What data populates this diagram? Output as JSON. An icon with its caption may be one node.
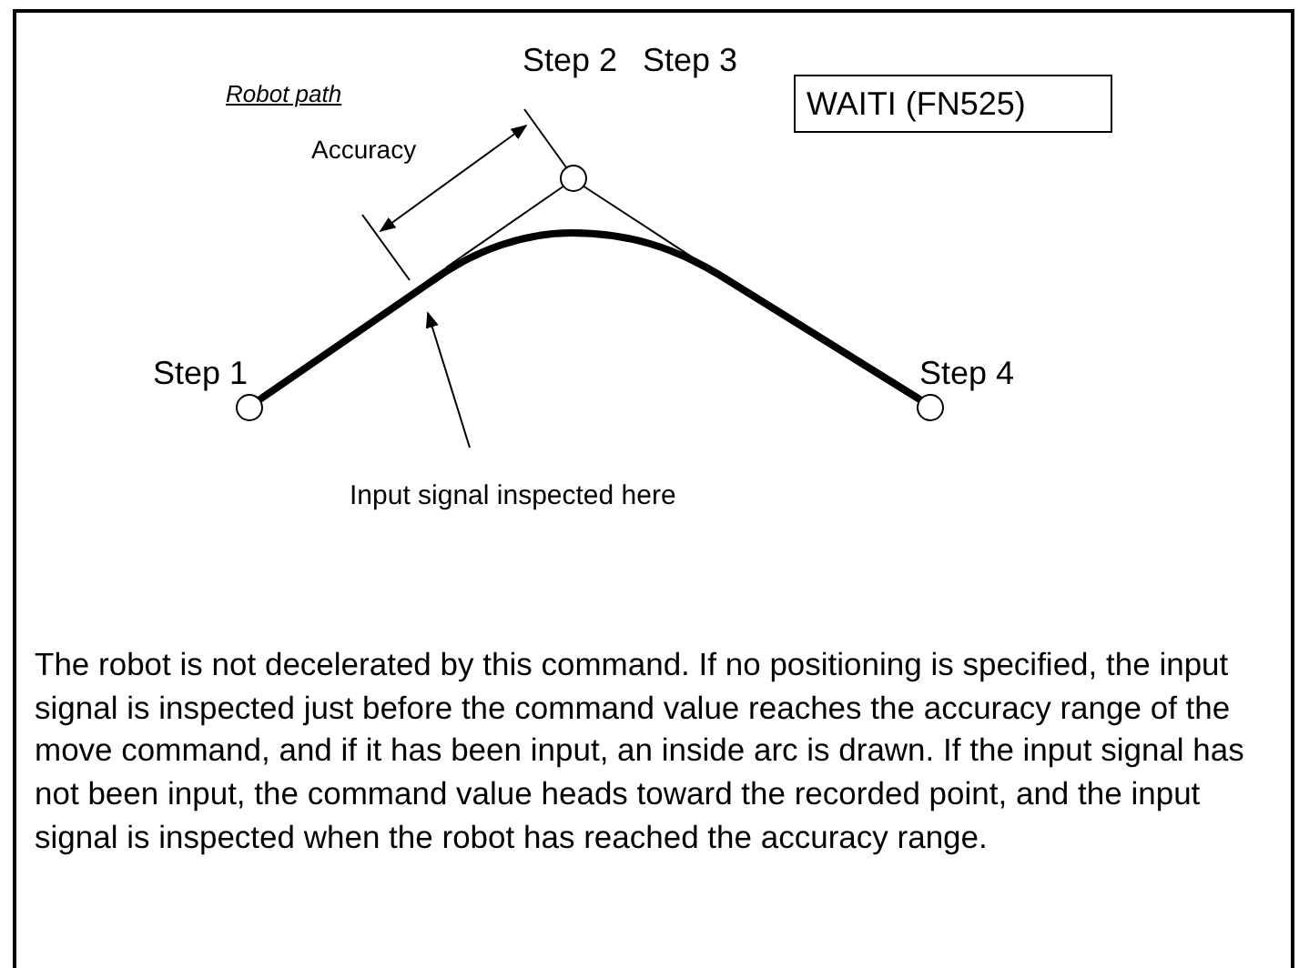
{
  "diagram": {
    "nodes": [
      {
        "text": [],
        "shape": "circle",
        "beside": [
          "Step 1"
        ]
      },
      {
        "text": [],
        "shape": "circle",
        "beside": [
          "Step 2",
          "Step 3"
        ]
      },
      {
        "text": [],
        "shape": "circle",
        "beside": [
          "Step 4"
        ]
      },
      {
        "text": [
          "WAITI (FN525)"
        ]
      },
      {
        "text": [
          "Input signal inspected here"
        ]
      }
    ],
    "edges": [
      {
        "from": 0,
        "to": 2,
        "arrow": "none",
        "style": "thick"
      },
      {
        "from": 4,
        "to": null,
        "arrow": "to"
      },
      {
        "from": 1,
        "to": null,
        "arrow": "none"
      },
      {
        "from": 1,
        "to": null,
        "arrow": "none"
      }
    ],
    "labels": [
      "Robot path",
      "Accuracy",
      "The robot is not decelerated by this command. If no positioning is specified, the input signal is inspected just before the command value reaches the accuracy range of the move command, and if it has been input, an inside arc is drawn. If the input signal has not been input, the command value heads toward the recorded point, and the input signal is inspected when the robot has reached the accuracy range."
    ]
  }
}
